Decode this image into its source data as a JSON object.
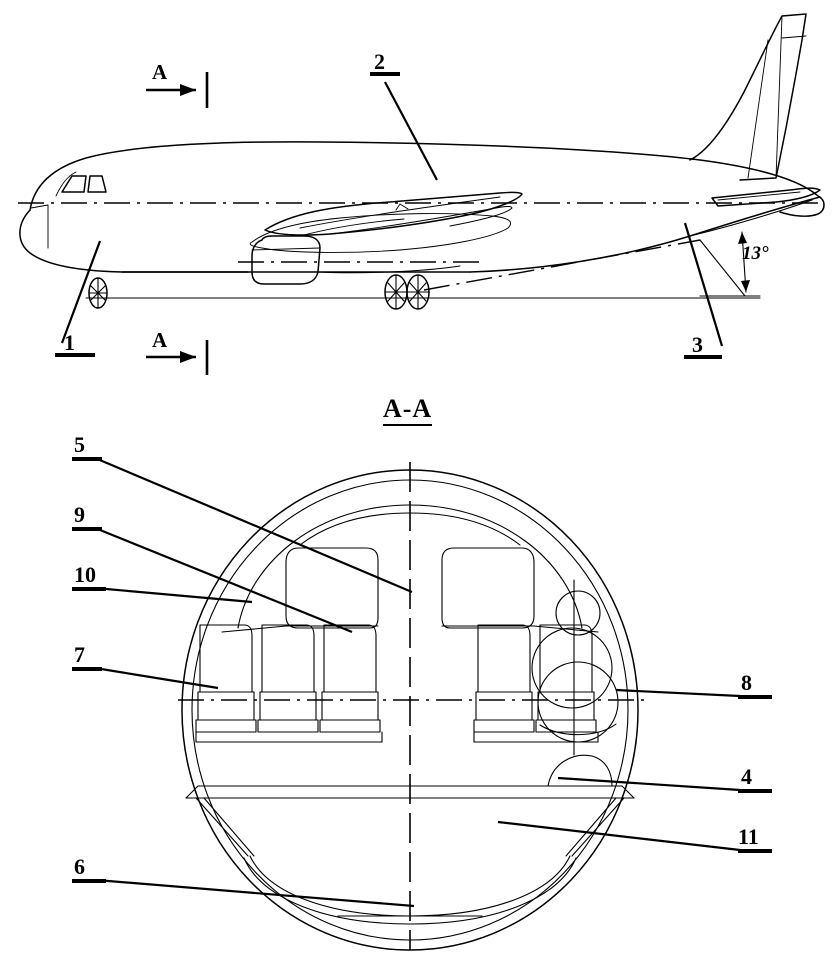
{
  "drawing": {
    "title_section": "A-A",
    "angle_annotation": "13°",
    "section_marker_left_top": "A",
    "section_marker_left_bottom": "A",
    "background_color": "#ffffff",
    "line_color": "#000000"
  },
  "side_view": {
    "callouts": [
      {
        "id": "1",
        "label": "1",
        "description": "forward-fuselage-nose-section"
      },
      {
        "id": "2",
        "label": "2",
        "description": "upper-fuselage-cabin"
      },
      {
        "id": "3",
        "label": "3",
        "description": "aft-fuselage-tail-upsweep"
      }
    ],
    "angle": "13°"
  },
  "section_view": {
    "title": "A-A",
    "callouts": [
      {
        "id": "5",
        "label": "5",
        "description": "upper-fuselage-crown"
      },
      {
        "id": "9",
        "label": "9",
        "description": "overhead-stowage-bin"
      },
      {
        "id": "10",
        "label": "10",
        "description": "cabin-sidewall-panel"
      },
      {
        "id": "7",
        "label": "7",
        "description": "passenger-seat-row-left"
      },
      {
        "id": "8",
        "label": "8",
        "description": "passenger-occupant-seat-right"
      },
      {
        "id": "4",
        "label": "4",
        "description": "cabin-floor-beam"
      },
      {
        "id": "11",
        "label": "11",
        "description": "lower-cargo-hold"
      },
      {
        "id": "6",
        "label": "6",
        "description": "lower-fuselage-keel"
      }
    ],
    "seats_left_count": 3,
    "seats_right_count": 2
  }
}
